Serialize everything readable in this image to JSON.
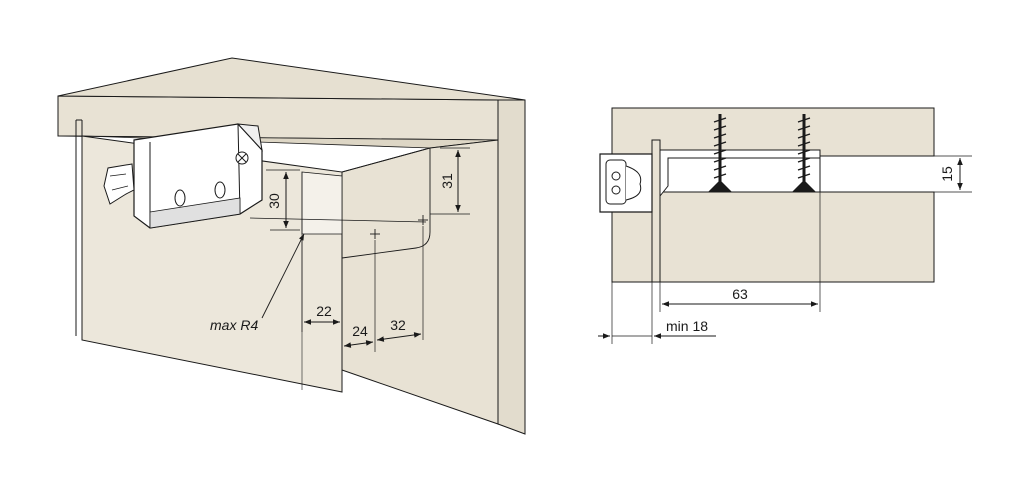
{
  "colors": {
    "panel": "#e8e2d4",
    "panel_light": "#ece7db",
    "panel_edge": "#dcd5c4",
    "line": "#1a1a1a",
    "fitting": "#ffffff"
  },
  "left_view": {
    "labels": {
      "dim_30": "30",
      "dim_31": "31",
      "dim_22": "22",
      "dim_24": "24",
      "dim_32": "32",
      "radius_note": "max R4"
    }
  },
  "right_view": {
    "labels": {
      "dim_15": "15",
      "dim_63": "63",
      "dim_min18": "min 18"
    }
  }
}
